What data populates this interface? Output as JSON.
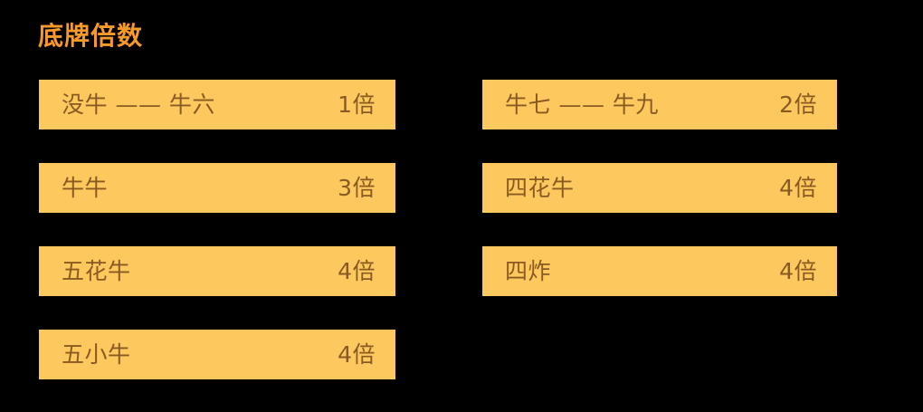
{
  "panel": {
    "title": "底牌倍数",
    "background_color": "#000000",
    "title_color": "#F79A2B",
    "row_background_color": "#FDC85E",
    "row_text_color": "#8A5A21"
  },
  "columns": [
    {
      "id": "left",
      "rows": [
        {
          "name": "没牛 —— 牛六",
          "value": "1倍"
        },
        {
          "name": "牛牛",
          "value": "3倍"
        },
        {
          "name": "五花牛",
          "value": "4倍"
        },
        {
          "name": "五小牛",
          "value": "4倍"
        }
      ]
    },
    {
      "id": "right",
      "rows": [
        {
          "name": "牛七 —— 牛九",
          "value": "2倍"
        },
        {
          "name": "四花牛",
          "value": "4倍"
        },
        {
          "name": "四炸",
          "value": "4倍"
        }
      ]
    }
  ]
}
